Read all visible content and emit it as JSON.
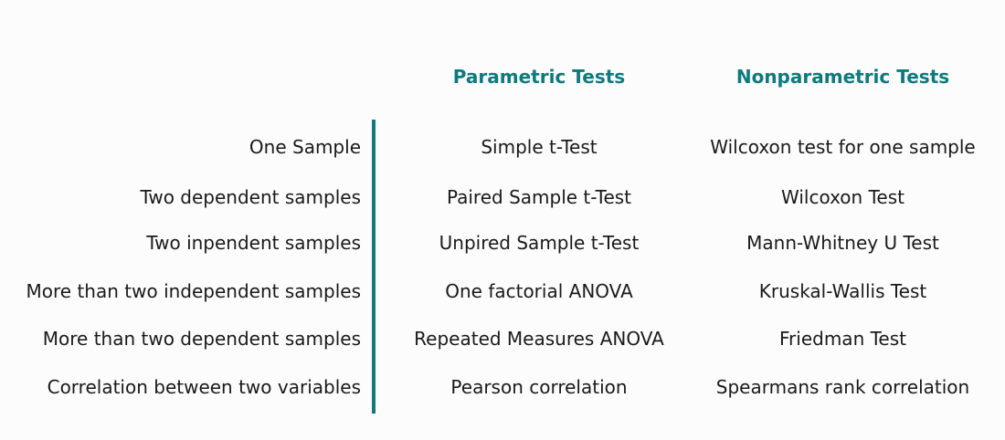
{
  "headers": {
    "parametric": "Parametric Tests",
    "nonparametric": "Nonparametric Tests"
  },
  "colors": {
    "accent": "#0e7a7e",
    "text": "#1a1a1a",
    "background": "#fcfcfc"
  },
  "rows": [
    {
      "label": "One Sample",
      "parametric": "Simple t-Test",
      "nonparametric": "Wilcoxon test for one sample"
    },
    {
      "label": "Two dependent samples",
      "parametric": "Paired Sample t-Test",
      "nonparametric": "Wilcoxon Test"
    },
    {
      "label": "Two inpendent samples",
      "parametric": "Unpired Sample t-Test",
      "nonparametric": "Mann-Whitney U Test"
    },
    {
      "label": "More than two independent samples",
      "parametric": "One factorial ANOVA",
      "nonparametric": "Kruskal-Wallis Test"
    },
    {
      "label": "More than two dependent samples",
      "parametric": "Repeated Measures ANOVA",
      "nonparametric": "Friedman Test"
    },
    {
      "label": "Correlation between two variables",
      "parametric": "Pearson correlation",
      "nonparametric": "Spearmans rank correlation"
    }
  ]
}
